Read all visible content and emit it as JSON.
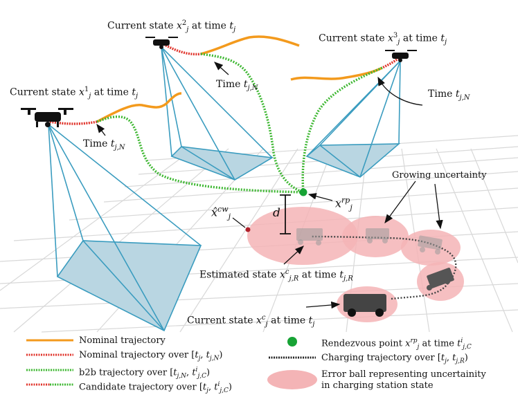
{
  "colors": {
    "nominal": "#f39a1d",
    "nominal_over": "#e0332a",
    "b2b": "#3fb833",
    "rendezvous": "#17a335",
    "charging": "#333333",
    "error_ball": "#f4b4b6",
    "frustum_edge": "#3a9cbf",
    "frustum_fill": "#b9d6e2",
    "grid": "#d6d6d6"
  },
  "labels": {
    "drone1_state": {
      "pre": "Current state ",
      "var": "x",
      "sub": "j",
      "sup": "1",
      "post": " at time ",
      "tvar": "t",
      "tsub": "j"
    },
    "drone2_state": {
      "pre": "Current state ",
      "var": "x",
      "sub": "j",
      "sup": "2",
      "post": " at time ",
      "tvar": "t",
      "tsub": "j"
    },
    "drone3_state": {
      "pre": "Current state ",
      "var": "x",
      "sub": "j",
      "sup": "3",
      "post": " at time ",
      "tvar": "t",
      "tsub": "j"
    },
    "time_left": {
      "pre": "Time ",
      "var": "t",
      "sub": "j,N"
    },
    "time_middle": {
      "pre": "Time ",
      "var": "t",
      "sub": "j,N"
    },
    "time_right": {
      "pre": "Time ",
      "var": "t",
      "sub": "j,N"
    },
    "rendezvous_point": {
      "var": "x",
      "sub": "j",
      "sup": "rp"
    },
    "cw_point": {
      "var": "x̂",
      "sub": "j",
      "sup": "cw"
    },
    "distance": "d",
    "growing_uncertainty": "Growing uncertainty",
    "estimated_state": {
      "pre": "Estimated state ",
      "var": "x",
      "sub": "j,R",
      "sup": "c",
      "post": " at time ",
      "tvar": "t",
      "tsub": "j,R"
    },
    "charger_state": {
      "pre": "Current state ",
      "var": "x",
      "sub": "j",
      "sup": "c",
      "post": " at time ",
      "tvar": "t",
      "tsub": "j"
    }
  },
  "legend": {
    "nominal": "Nominal trajectory",
    "nominal_over": {
      "text": "Nominal trajectory over ",
      "math": "[t_j, t_{j,N})"
    },
    "b2b": {
      "text": "b2b trajectory over ",
      "math": "[t_{j,N}, t^i_{j,C})"
    },
    "candidate": {
      "text": "Candidate trajectory over ",
      "math": "[t_j, t^i_{j,C})"
    },
    "rendezvous": {
      "text": "Rendezvous point ",
      "math": "x^{rp}_j at time t^i_{j,C}"
    },
    "charging": {
      "text": "Charging trajectory over ",
      "math": "[t_j, t_{j,R})"
    },
    "error_ball_line1": "Error ball representing uncertainity",
    "error_ball_line2": "in charging station state"
  }
}
